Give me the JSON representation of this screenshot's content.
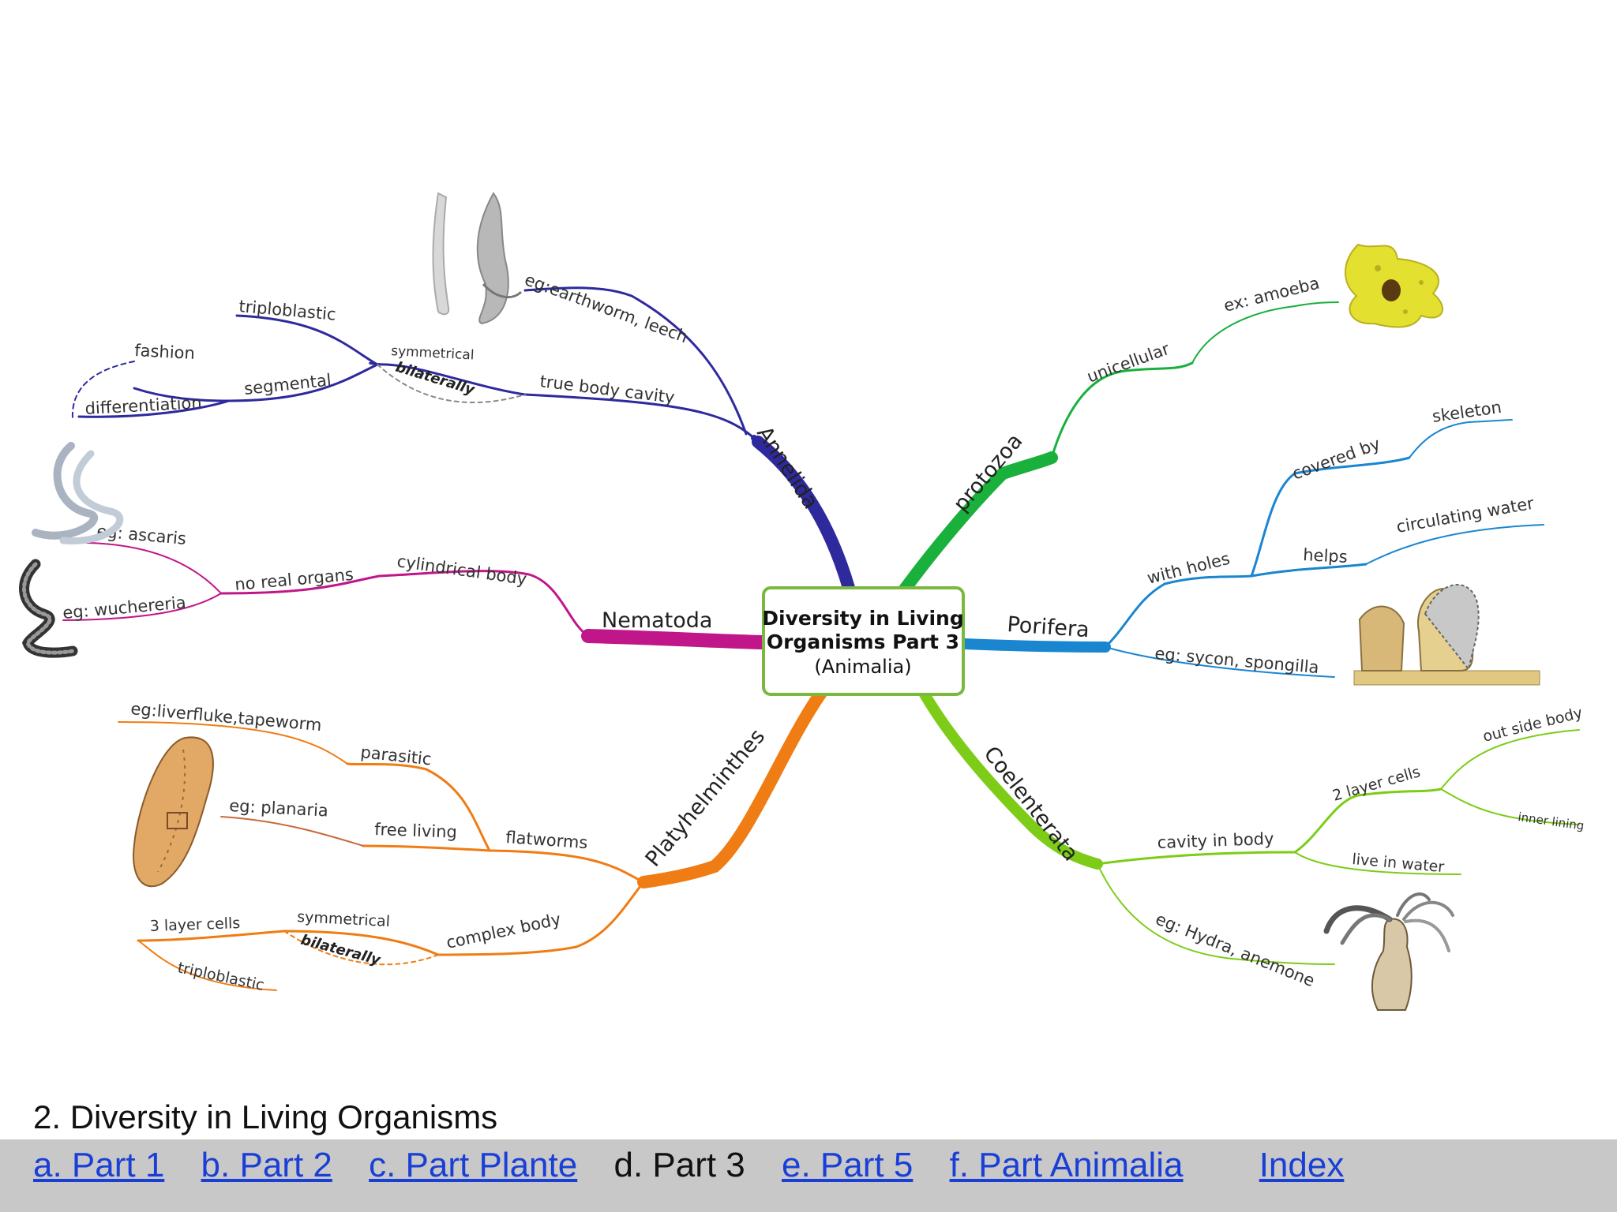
{
  "center": {
    "line1": "Diversity in Living",
    "line2": "Organisms Part 3",
    "line3": "(Animalia)"
  },
  "colors": {
    "annelida": "#2e2a9e",
    "nematoda": "#c0168a",
    "platyhelminthes": "#f07c14",
    "protozoa": "#19b03c",
    "porifera": "#1a86d0",
    "coelenterata": "#7ccc18",
    "center_border": "#7ab840",
    "nav_link": "#1a3fd6",
    "nav_bar": "#c8c8c8"
  },
  "branches": {
    "annelida": {
      "label": "Annelida",
      "true_body_cavity": "true body cavity",
      "example": "eg:earthworm, leech",
      "symmetrical": "symmetrical",
      "bilaterally": "bilaterally",
      "triploblastic": "triploblastic",
      "segmental": "segmental",
      "fashion": "fashion",
      "differentiation": "differentiation",
      "picture": "earthworm-illustration"
    },
    "nematoda": {
      "label": "Nematoda",
      "cylindrical_body": "cylindrical body",
      "no_real_organs": "no real organs",
      "eg_ascaris": "eg: ascaris",
      "eg_wuchereria": "eg: wuchereria",
      "picture": "roundworm-illustration"
    },
    "platyhelminthes": {
      "label": "Platyhelminthes",
      "flatworms": "flatworms",
      "parasitic": "parasitic",
      "eg_liverfluke": "eg:liverfluke,tapeworm",
      "free_living": "free living",
      "eg_planaria": "eg: planaria",
      "complex_body": "complex body",
      "symmetrical": "symmetrical",
      "bilaterally": "bilaterally",
      "three_layer_cells": "3 layer cells",
      "triploblastic": "triploblastic",
      "picture": "flatworm-illustration"
    },
    "protozoa": {
      "label": "protozoa",
      "unicellular": "unicellular",
      "example": "ex: amoeba",
      "picture": "amoeba-illustration"
    },
    "porifera": {
      "label": "Porifera",
      "with_holes": "with holes",
      "covered_by": "covered by",
      "skeleton": "skeleton",
      "helps": "helps",
      "circulating_water": "circulating water",
      "example": "eg: sycon, spongilla",
      "picture": "sponge-illustration"
    },
    "coelenterata": {
      "label": "Coelenterata",
      "cavity_in_body": "cavity in body",
      "two_layer_cells": "2 layer cells",
      "out_side_body": "out side body",
      "inner_lining": "inner lining",
      "live_in_water": "live in water",
      "example": "eg: Hydra, anemone",
      "picture": "hydra-illustration"
    }
  },
  "footer": {
    "title": "2. Diversity in Living Organisms",
    "links": {
      "part1": "a. Part 1",
      "part2": "b. Part 2",
      "part_plante": "c. Part Plante",
      "part3": "d. Part 3",
      "part5": "e. Part 5",
      "part_animalia": "f.  Part Animalia",
      "index": "Index"
    }
  }
}
